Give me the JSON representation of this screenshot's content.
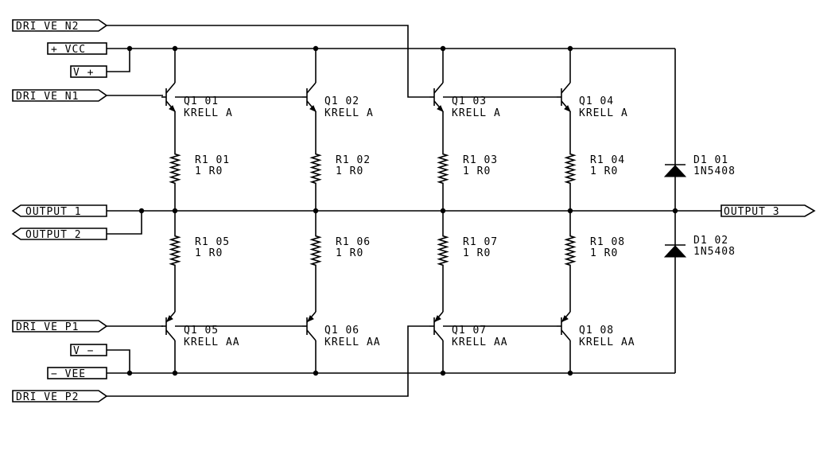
{
  "ports": {
    "drive_n2": "DRI VE N2",
    "vcc": "+ VCC",
    "v_plus": "V +",
    "drive_n1": "DRI VE N1",
    "output_1": "OUTPUT 1",
    "output_2": "OUTPUT 2",
    "output_3": "OUTPUT 3",
    "drive_p1": "DRI VE P1",
    "v_minus": "V −",
    "vee": "− VEE",
    "drive_p2": "DRI VE P2"
  },
  "transistors": [
    {
      "ref": "Q1 01",
      "value": "KRELL A"
    },
    {
      "ref": "Q1 02",
      "value": "KRELL A"
    },
    {
      "ref": "Q1 03",
      "value": "KRELL A"
    },
    {
      "ref": "Q1 04",
      "value": "KRELL A"
    },
    {
      "ref": "Q1 05",
      "value": "KRELL AA"
    },
    {
      "ref": "Q1 06",
      "value": "KRELL AA"
    },
    {
      "ref": "Q1 07",
      "value": "KRELL AA"
    },
    {
      "ref": "Q1 08",
      "value": "KRELL AA"
    }
  ],
  "resistors": [
    {
      "ref": "R1 01",
      "value": "1 R0"
    },
    {
      "ref": "R1 02",
      "value": "1 R0"
    },
    {
      "ref": "R1 03",
      "value": "1 R0"
    },
    {
      "ref": "R1 04",
      "value": "1 R0"
    },
    {
      "ref": "R1 05",
      "value": "1 R0"
    },
    {
      "ref": "R1 06",
      "value": "1 R0"
    },
    {
      "ref": "R1 07",
      "value": "1 R0"
    },
    {
      "ref": "R1 08",
      "value": "1 R0"
    }
  ],
  "diodes": [
    {
      "ref": "D1 01",
      "value": "1N5408"
    },
    {
      "ref": "D1 02",
      "value": "1N5408"
    }
  ]
}
